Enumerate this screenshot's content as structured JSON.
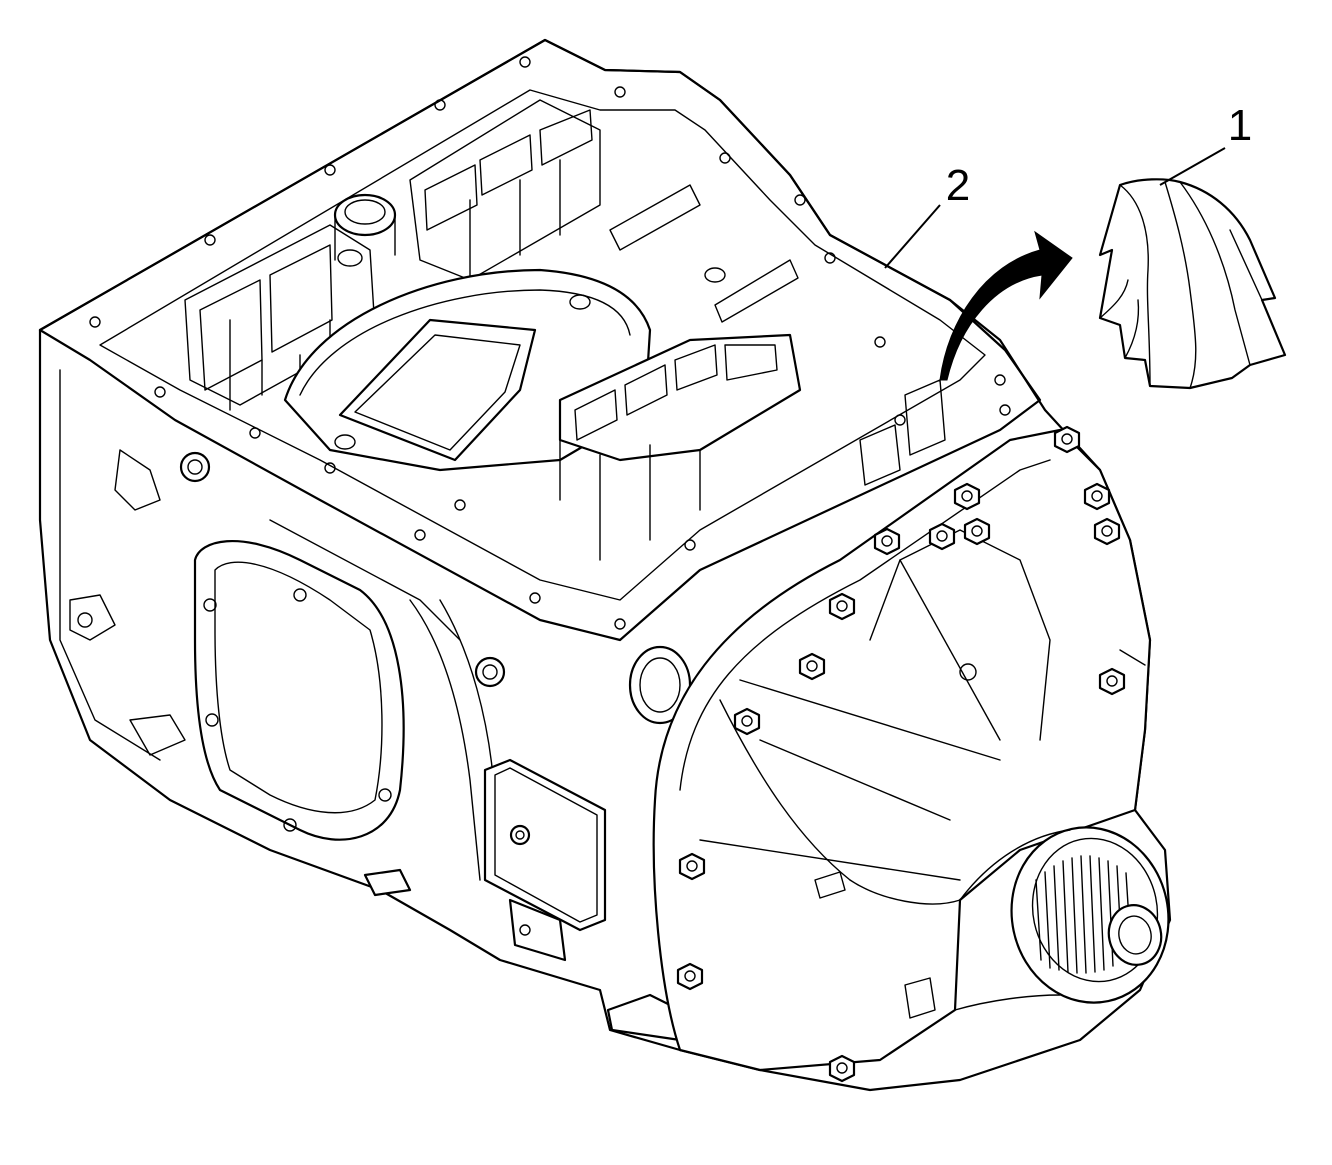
{
  "figure": {
    "callouts": [
      {
        "id": "1",
        "label": "1"
      },
      {
        "id": "2",
        "label": "2"
      }
    ]
  },
  "icons": {
    "transmission": "transmission-case-illustration",
    "shop_towel": "shop-towel-illustration",
    "arrow": "curved-arrow-icon"
  }
}
